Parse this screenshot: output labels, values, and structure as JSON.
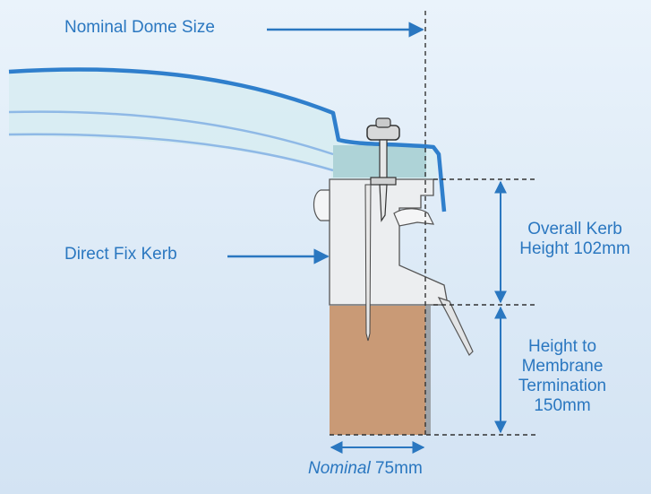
{
  "labels": {
    "nominal_dome_size": "Nominal Dome Size",
    "direct_fix_kerb": "Direct Fix Kerb",
    "overall_kerb_height_line1": "Overall Kerb",
    "overall_kerb_height_line2": "Height 102mm",
    "membrane_line1": "Height to",
    "membrane_line2": "Membrane",
    "membrane_line3": "Termination",
    "membrane_line4": "150mm",
    "width_italic": "Nominal",
    "width_value": "75mm"
  },
  "colors": {
    "accent": "#2a77c0",
    "timber": "#c99a76",
    "kerb": "#eceef0",
    "dome_blue": "#2f7fcc"
  }
}
